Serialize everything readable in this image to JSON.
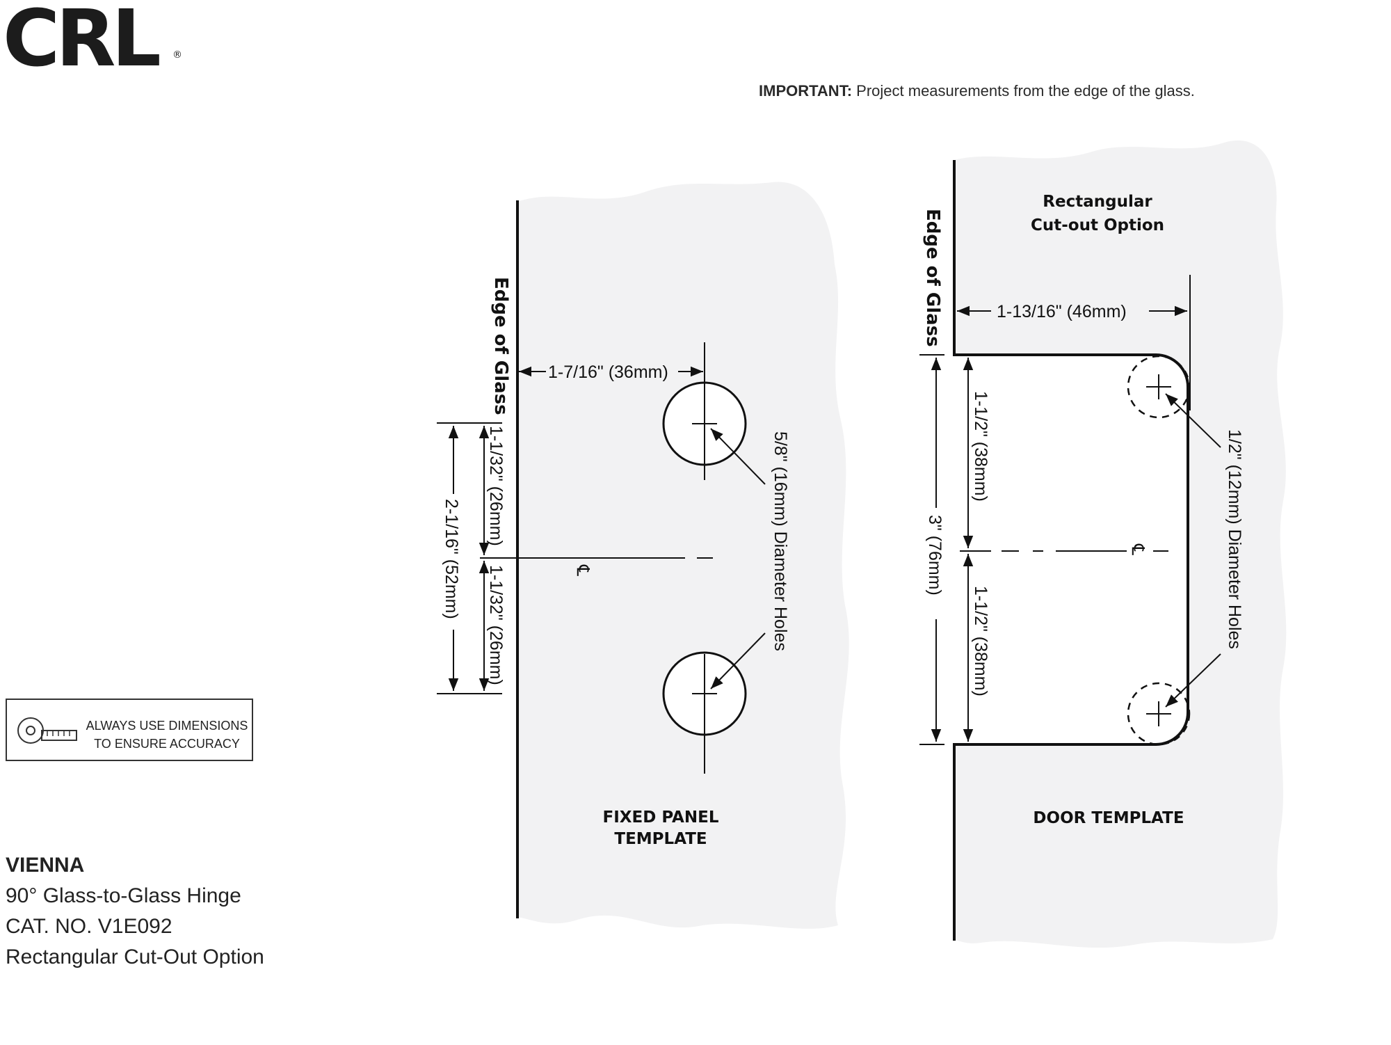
{
  "brand": {
    "logo_text": "CRL",
    "registered_mark": "®"
  },
  "important": {
    "label": "IMPORTANT:",
    "text": "Project measurements from the edge of the glass."
  },
  "notice": {
    "line1": "ALWAYS USE DIMENSIONS",
    "line2": "TO ENSURE ACCURACY",
    "icon": "tape-measure-icon"
  },
  "product": {
    "name": "VIENNA",
    "description": "90° Glass-to-Glass Hinge",
    "catalog": "CAT. NO. V1E092",
    "option": "Rectangular Cut-Out Option"
  },
  "fixed_panel": {
    "edge_label": "Edge of Glass",
    "offset_dim": "1-7/16\" (36mm)",
    "upper_dim": "1-1/32\" (26mm)",
    "lower_dim": "1-1/32\" (26mm)",
    "total_dim": "2-1/16\" (52mm)",
    "hole_label": "5/8\" (16mm) Diameter Holes",
    "centerline": "℄",
    "title_line1": "FIXED PANEL",
    "title_line2": "TEMPLATE"
  },
  "door": {
    "edge_label": "Edge of Glass",
    "cutout_title_line1": "Rectangular",
    "cutout_title_line2": "Cut-out Option",
    "depth_dim": "1-13/16\" (46mm)",
    "upper_dim": "1-1/2\" (38mm)",
    "lower_dim": "1-1/2\" (38mm)",
    "total_dim": "3\" (76mm)",
    "hole_label": "1/2\" (12mm) Diameter Holes",
    "centerline": "℄",
    "title": "DOOR TEMPLATE"
  },
  "colors": {
    "glass_fill": "#f2f2f3",
    "line": "#111111"
  }
}
